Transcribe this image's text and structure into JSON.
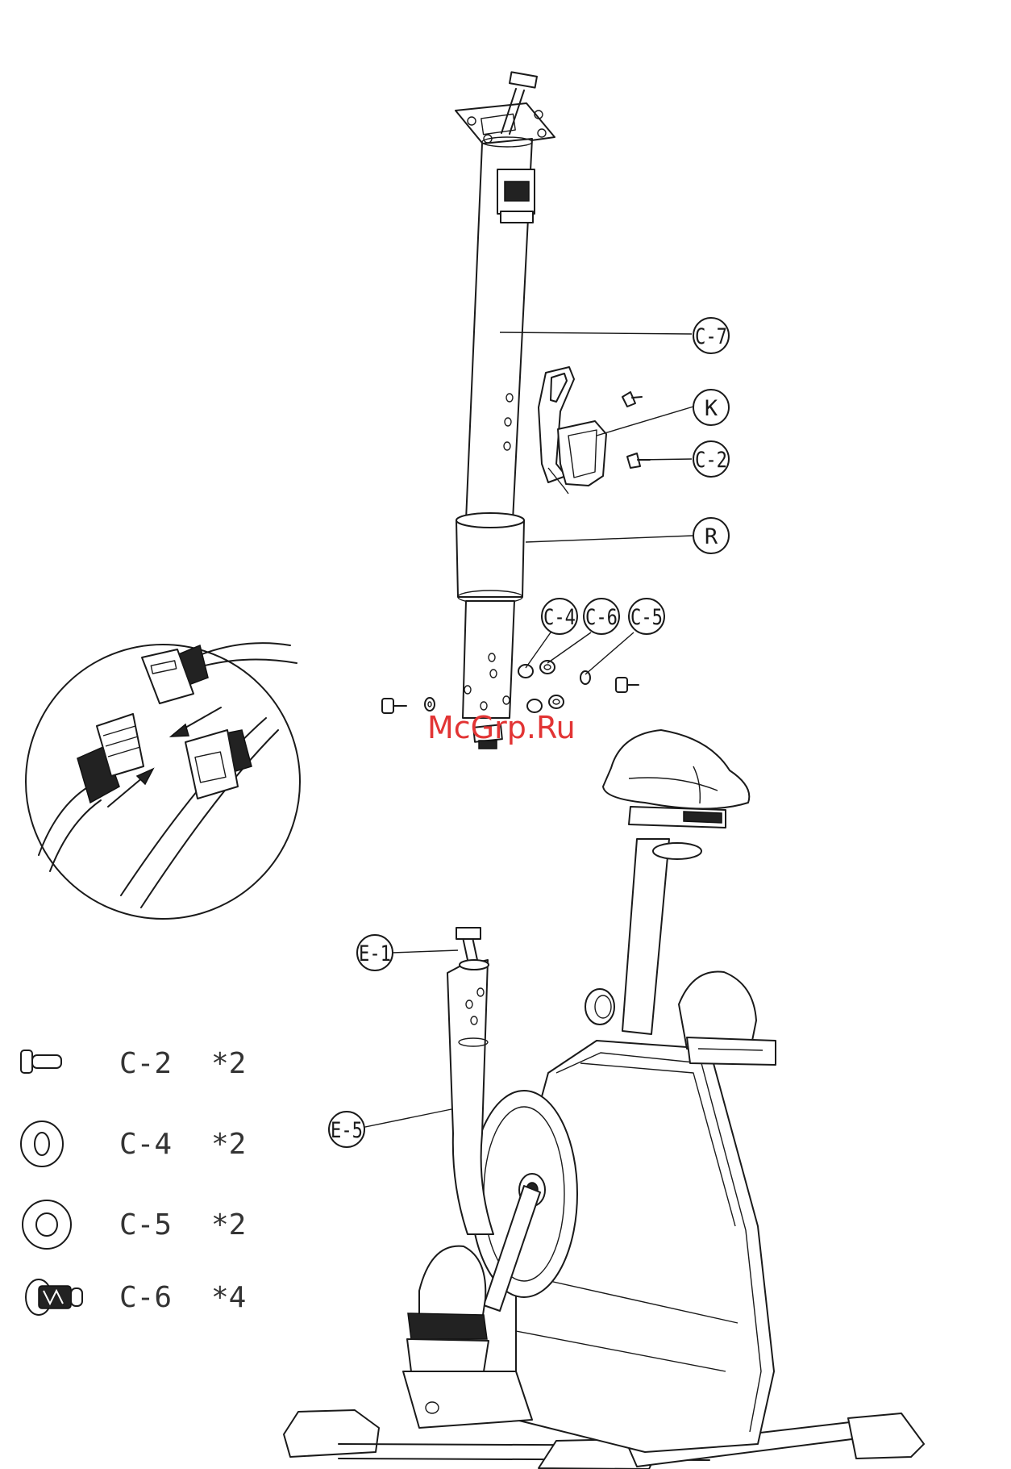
{
  "callouts": {
    "c7": "C-7",
    "k": "K",
    "c2": "C-2",
    "r": "R",
    "c4": "C-4",
    "c6": "C-6",
    "c5": "C-5",
    "e1": "E-1",
    "e5": "E-5"
  },
  "parts_list": [
    {
      "part": "C-2",
      "qty": "*2"
    },
    {
      "part": "C-4",
      "qty": "*2"
    },
    {
      "part": "C-5",
      "qty": "*2"
    },
    {
      "part": "C-6",
      "qty": "*4"
    }
  ],
  "watermark": "McGrp.Ru",
  "colors": {
    "line": "#1a1a1a",
    "watermark": "#e23434"
  }
}
